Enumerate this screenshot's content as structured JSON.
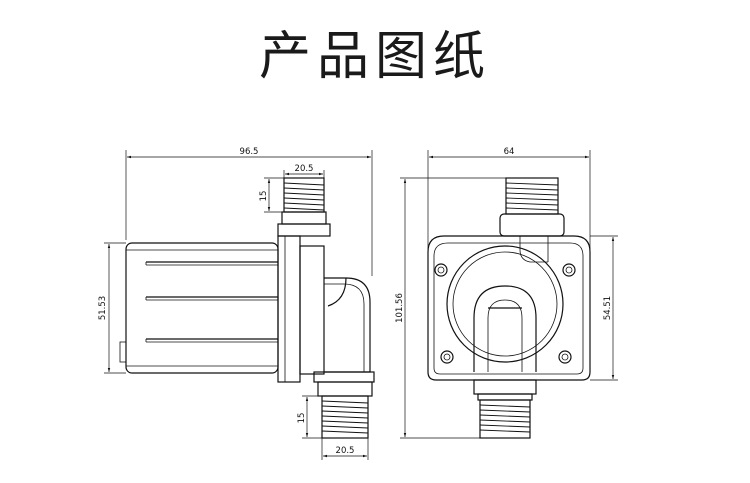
{
  "title": "产品图纸",
  "side_view": {
    "dims": {
      "overall_width": "96.5",
      "outlet_width": "20.5",
      "outlet_thread_length": "15",
      "body_height": "51.53",
      "inlet_thread_length": "15",
      "inlet_width": "20.5"
    }
  },
  "front_view": {
    "dims": {
      "overall_width": "64",
      "overall_height": "101.56",
      "flange_height": "54.51"
    }
  }
}
